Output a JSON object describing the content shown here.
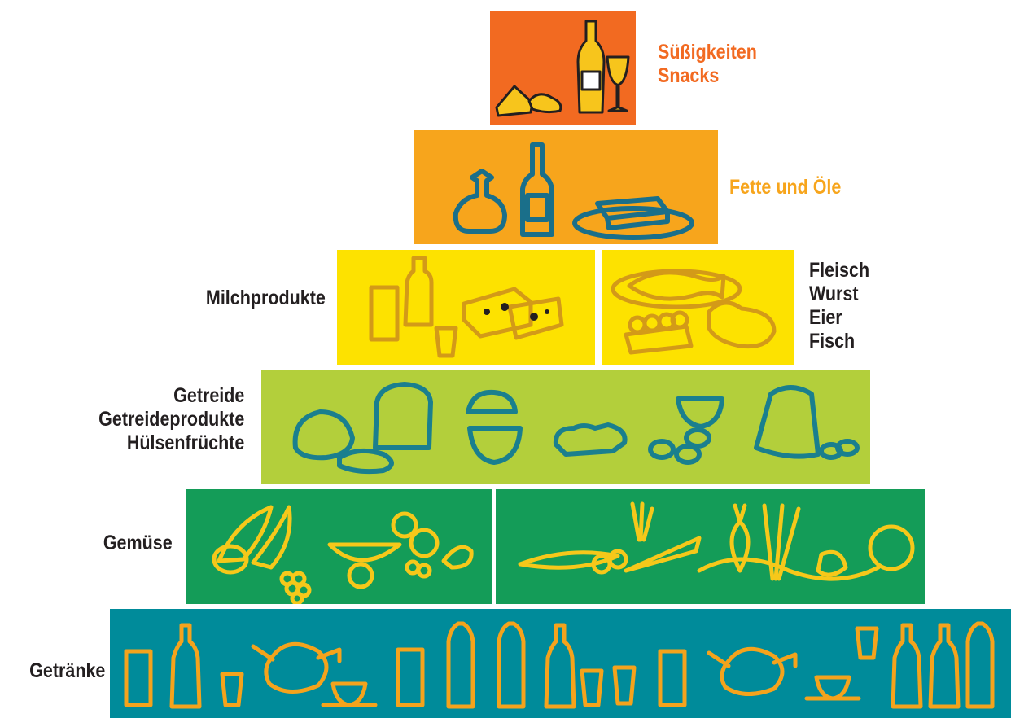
{
  "colors": {
    "sweets": "#f26a21",
    "fats": "#f7a51c",
    "dairy": "#fde200",
    "grains": "#b3cf3b",
    "vegetables": "#149c58",
    "drinks": "#008b9a",
    "ink_dark": "#231f20",
    "ink_teal": "#1a7f8e",
    "ink_yellow": "#f6c81a",
    "ink_orange": "#f4a31c"
  },
  "tiers": {
    "sweets": {
      "lines": [
        "Süßigkeiten",
        "Snacks"
      ]
    },
    "fats": {
      "lines": [
        "Fette und Öle"
      ]
    },
    "dairy": {
      "lines": [
        "Milchprodukte"
      ]
    },
    "meat": {
      "lines": [
        "Fleisch",
        "Wurst",
        "Eier",
        "Fisch"
      ]
    },
    "grains": {
      "lines": [
        "Getreide",
        "Getreideprodukte",
        "Hülsenfrüchte"
      ]
    },
    "vegetables": {
      "lines": [
        "Gemüse"
      ]
    },
    "drinks": {
      "lines": [
        "Getränke"
      ]
    }
  }
}
